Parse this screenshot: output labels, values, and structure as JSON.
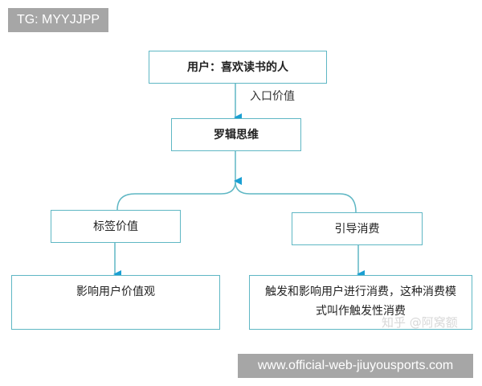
{
  "watermark_top": "TG: MYYJJPP",
  "watermark_bottom": "www.official-web-jiuyousports.com",
  "watermark_zhihu": "知乎 @阿窝额",
  "nodes": {
    "user": "用户：喜欢读书的人",
    "logic": "罗辑思维",
    "tag_value": "标签价值",
    "guide_consumption": "引导消费",
    "influence_values": "影响用户价值观",
    "trigger_consumption": "触发和影响用户进行消费，这种消费模式叫作触发性消费"
  },
  "edges": {
    "entry_value": "入口价值"
  },
  "colors": {
    "line": "#5fb7c4",
    "arrow": "#1a9fd3"
  }
}
